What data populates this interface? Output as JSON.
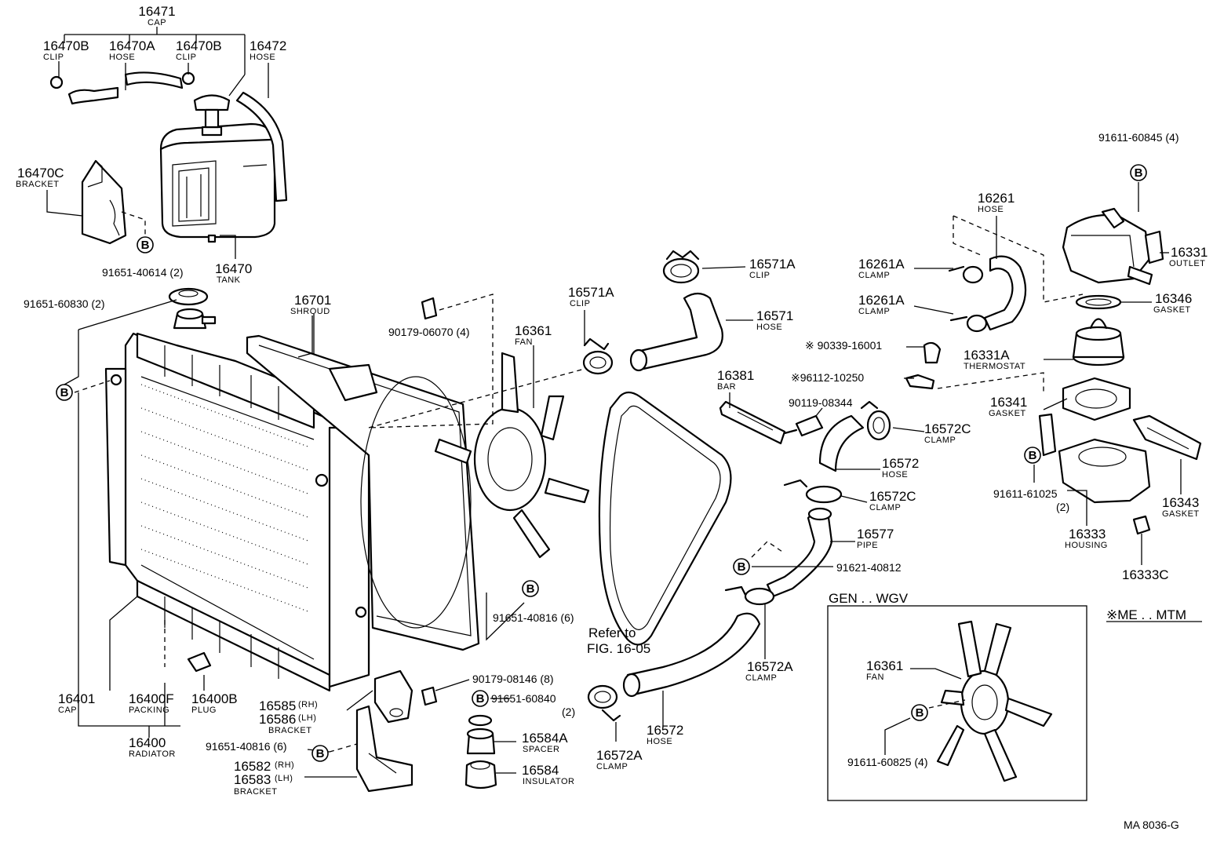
{
  "diagram": {
    "figure_code": "MA  8036-G",
    "callouts": [
      {
        "id": "c16471",
        "number": "16471",
        "name": "CAP"
      },
      {
        "id": "c16470B_1",
        "number": "16470B",
        "name": "CLIP"
      },
      {
        "id": "c16470A",
        "number": "16470A",
        "name": "HOSE"
      },
      {
        "id": "c16470B_2",
        "number": "16470B",
        "name": "CLIP"
      },
      {
        "id": "c16472",
        "number": "16472",
        "name": "HOSE"
      },
      {
        "id": "c16470C",
        "number": "16470C",
        "name": "BRACKET"
      },
      {
        "id": "c91651_40614",
        "number": "91651-40614 (2)",
        "name": ""
      },
      {
        "id": "c16470",
        "number": "16470",
        "name": "TANK"
      },
      {
        "id": "c91651_60830",
        "number": "91651-60830 (2)",
        "name": ""
      },
      {
        "id": "c16701",
        "number": "16701",
        "name": "SHROUD"
      },
      {
        "id": "c90179_06070",
        "number": "90179-06070 (4)",
        "name": ""
      },
      {
        "id": "c16571A_1",
        "number": "16571A",
        "name": "CLIP"
      },
      {
        "id": "c16361",
        "number": "16361",
        "name": "FAN"
      },
      {
        "id": "c16571A_2",
        "number": "16571A",
        "name": "CLIP"
      },
      {
        "id": "c16571",
        "number": "16571",
        "name": "HOSE"
      },
      {
        "id": "c16261",
        "number": "16261",
        "name": "HOSE"
      },
      {
        "id": "c16261A_1",
        "number": "16261A",
        "name": "CLAMP"
      },
      {
        "id": "c16261A_2",
        "number": "16261A",
        "name": "CLAMP"
      },
      {
        "id": "c91611_60845",
        "number": "91611-60845 (4)",
        "name": ""
      },
      {
        "id": "c16331",
        "number": "16331",
        "name": "OUTLET"
      },
      {
        "id": "c16346",
        "number": "16346",
        "name": "GASKET"
      },
      {
        "id": "c90339_16001",
        "number": "※ 90339-16001",
        "name": ""
      },
      {
        "id": "c96112_10250",
        "number": "※96112-10250",
        "name": ""
      },
      {
        "id": "c16331A",
        "number": "16331A",
        "name": "THERMOSTAT"
      },
      {
        "id": "c16381",
        "number": "16381",
        "name": "BAR"
      },
      {
        "id": "c90119_08344",
        "number": "90119-08344",
        "name": ""
      },
      {
        "id": "c16572C_1",
        "number": "16572C",
        "name": "CLAMP"
      },
      {
        "id": "c16341",
        "number": "16341",
        "name": "GASKET"
      },
      {
        "id": "c16572_1",
        "number": "16572",
        "name": "HOSE"
      },
      {
        "id": "c16572C_2",
        "number": "16572C",
        "name": "CLAMP"
      },
      {
        "id": "c91611_61025",
        "number": "91611-61025",
        "name": "(2)"
      },
      {
        "id": "c16343",
        "number": "16343",
        "name": "GASKET"
      },
      {
        "id": "c16577",
        "number": "16577",
        "name": "PIPE"
      },
      {
        "id": "c16333",
        "number": "16333",
        "name": "HOUSING"
      },
      {
        "id": "c91621_40812",
        "number": "91621-40812",
        "name": ""
      },
      {
        "id": "c16333C",
        "number": "16333C",
        "name": ""
      },
      {
        "id": "c91651_40816_1",
        "number": "91651-40816 (6)",
        "name": ""
      },
      {
        "id": "c16572A_1",
        "number": "16572A",
        "name": "CLAMP"
      },
      {
        "id": "c90179_08146",
        "number": "90179-08146 (8)",
        "name": ""
      },
      {
        "id": "c16401",
        "number": "16401",
        "name": "CAP"
      },
      {
        "id": "c16400F",
        "number": "16400F",
        "name": "PACKING"
      },
      {
        "id": "c16400B",
        "number": "16400B",
        "name": "PLUG"
      },
      {
        "id": "c16585",
        "number": "16585",
        "name": "(RH)"
      },
      {
        "id": "c16586",
        "number": "16586",
        "name": "(LH)"
      },
      {
        "id": "c16585_bracket",
        "number": "",
        "name": "BRACKET"
      },
      {
        "id": "c91651_60840",
        "number": "91651-60840",
        "name": "(2)"
      },
      {
        "id": "c16572_2",
        "number": "16572",
        "name": "HOSE"
      },
      {
        "id": "c16400",
        "number": "16400",
        "name": "RADIATOR"
      },
      {
        "id": "c91651_40816_2",
        "number": "91651-40816 (6)",
        "name": ""
      },
      {
        "id": "c16584A",
        "number": "16584A",
        "name": "SPACER"
      },
      {
        "id": "c16572A_2",
        "number": "16572A",
        "name": "CLAMP"
      },
      {
        "id": "c16582",
        "number": "16582",
        "name": "(RH)"
      },
      {
        "id": "c16583",
        "number": "16583",
        "name": "(LH)"
      },
      {
        "id": "c16582_bracket",
        "number": "",
        "name": "BRACKET"
      },
      {
        "id": "c16584",
        "number": "16584",
        "name": "INSULATOR"
      }
    ],
    "ref_note": [
      "Refer to",
      "FIG. 16-05"
    ],
    "inset": {
      "title": "GEN . . WGV",
      "fan_number": "16361",
      "fan_name": "FAN",
      "bolt_number": "91611-60825 (4)"
    },
    "market_note": "※ME . . MTM",
    "marker_letter": "B"
  }
}
